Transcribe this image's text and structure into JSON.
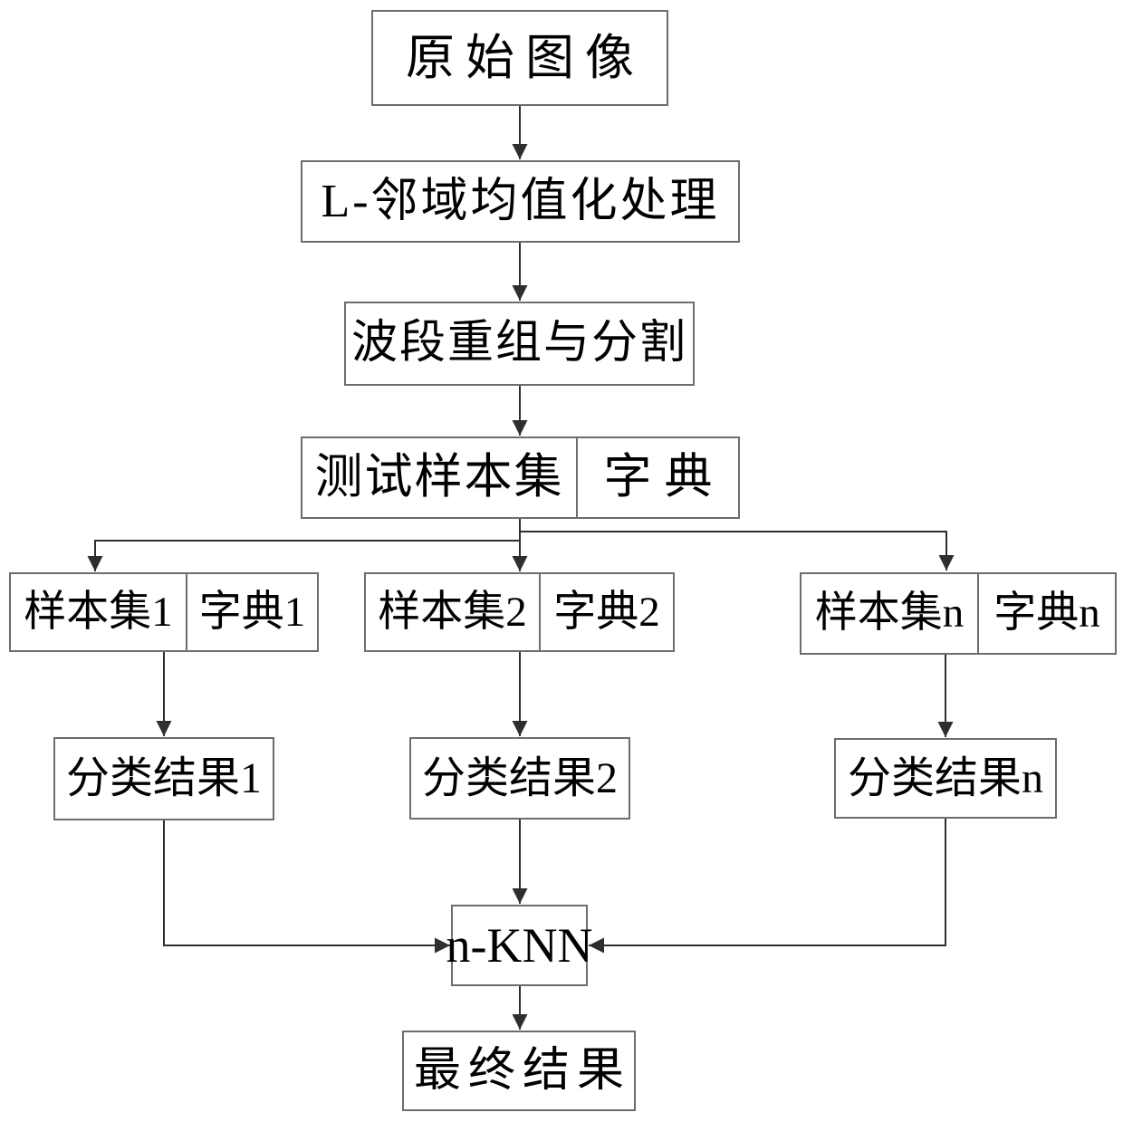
{
  "diagram": {
    "colors": {
      "background": "#ffffff",
      "line": "#2e2e2e",
      "box_border": "#6d6d6d",
      "text": "#000000"
    },
    "nodes": {
      "original": {
        "label": "原始图像"
      },
      "neighborhood": {
        "label": "L-邻域均值化处理"
      },
      "band": {
        "label": "波段重组与分割"
      },
      "test_set": {
        "sample_label": "测试样本集",
        "dict_label": "字典"
      },
      "set1": {
        "sample_label": "样本集1",
        "dict_label": "字典1"
      },
      "set2": {
        "sample_label": "样本集2",
        "dict_label": "字典2"
      },
      "setn": {
        "sample_label": "样本集n",
        "dict_label": "字典n"
      },
      "result1": {
        "label": "分类结果1"
      },
      "result2": {
        "label": "分类结果2"
      },
      "resultn": {
        "label": "分类结果n"
      },
      "knn": {
        "label": "n-KNN"
      },
      "final": {
        "label": "最终结果"
      }
    }
  }
}
